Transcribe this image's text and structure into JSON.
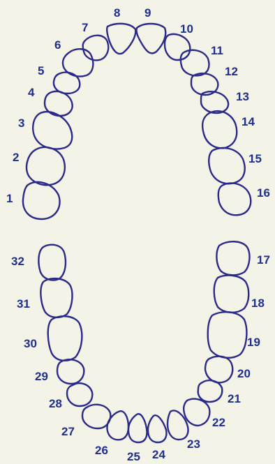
{
  "chart_title": "",
  "upper_arch": {
    "teeth": [
      {
        "number": "1"
      },
      {
        "number": "2"
      },
      {
        "number": "3"
      },
      {
        "number": "4"
      },
      {
        "number": "5"
      },
      {
        "number": "6"
      },
      {
        "number": "7"
      },
      {
        "number": "8"
      },
      {
        "number": "9"
      },
      {
        "number": "10"
      },
      {
        "number": "11"
      },
      {
        "number": "12"
      },
      {
        "number": "13"
      },
      {
        "number": "14"
      },
      {
        "number": "15"
      },
      {
        "number": "16"
      }
    ]
  },
  "lower_arch": {
    "teeth": [
      {
        "number": "17"
      },
      {
        "number": "18"
      },
      {
        "number": "19"
      },
      {
        "number": "20"
      },
      {
        "number": "21"
      },
      {
        "number": "22"
      },
      {
        "number": "23"
      },
      {
        "number": "24"
      },
      {
        "number": "25"
      },
      {
        "number": "26"
      },
      {
        "number": "27"
      },
      {
        "number": "28"
      },
      {
        "number": "29"
      },
      {
        "number": "30"
      },
      {
        "number": "31"
      },
      {
        "number": "32"
      }
    ]
  },
  "colors": {
    "background": "#f4f3e8",
    "outline": "#2a2a8a",
    "numbers": "#1f2f8c"
  }
}
